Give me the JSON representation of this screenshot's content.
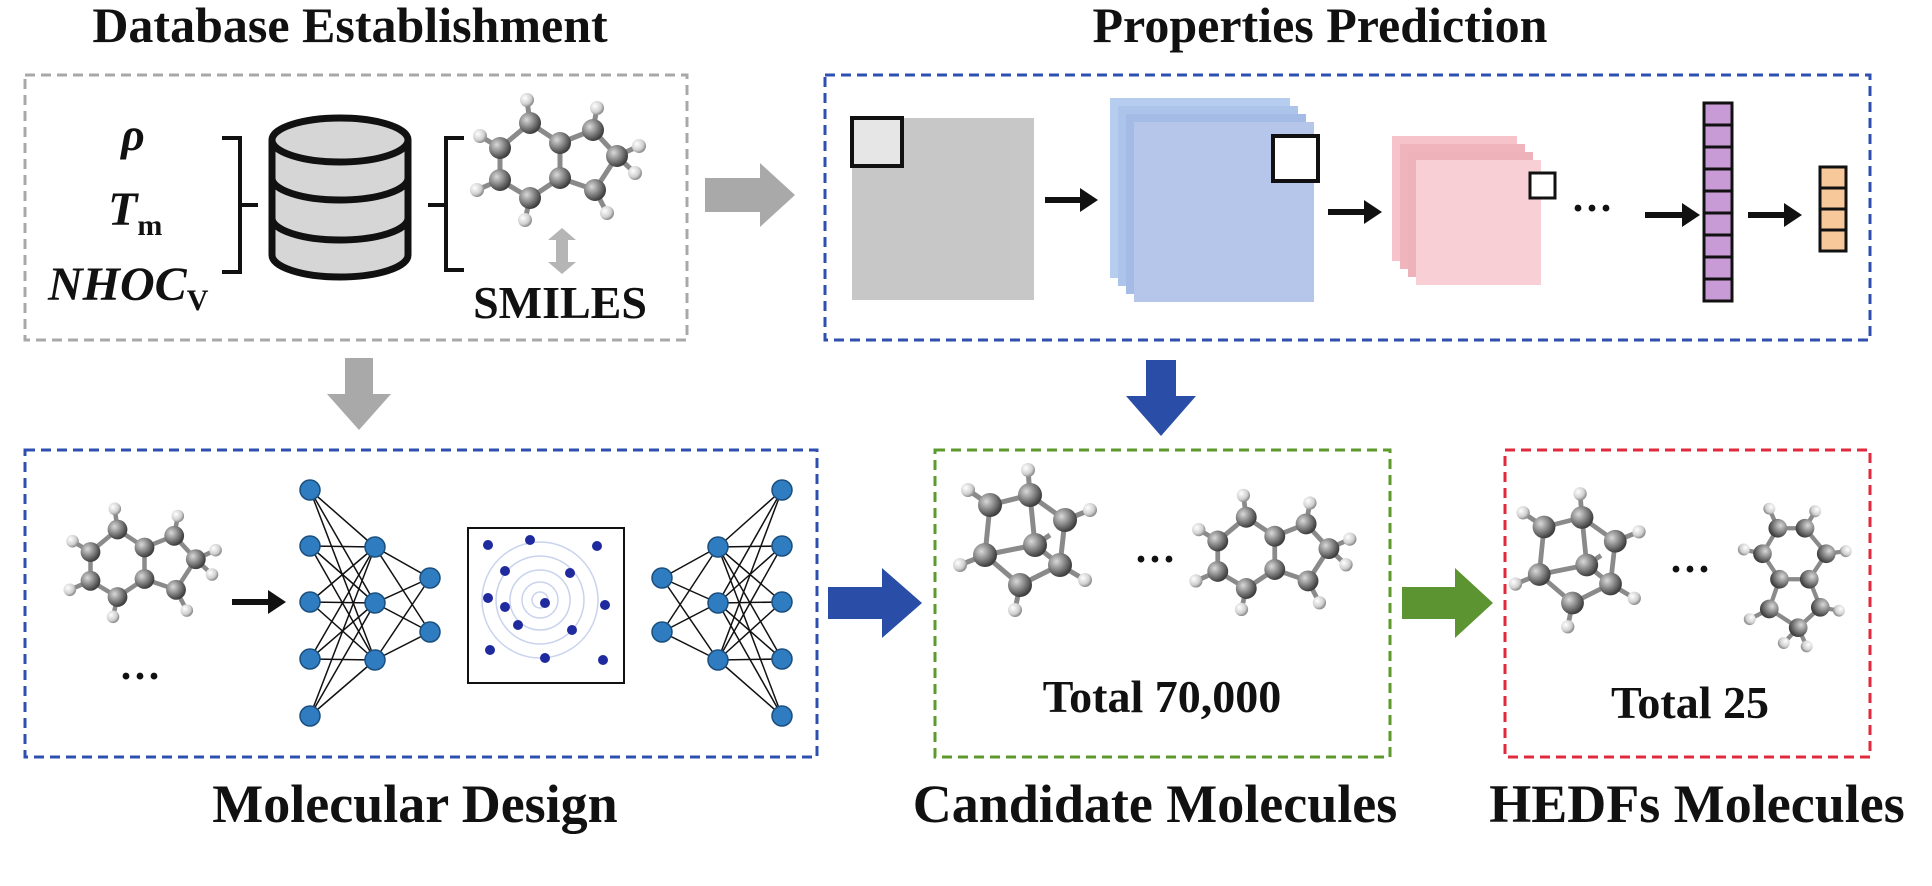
{
  "titles": {
    "database": "Database Establishment",
    "properties": "Properties Prediction",
    "design": "Molecular Design",
    "candidate": "Candidate Molecules",
    "hedfs": "HEDFs Molecules"
  },
  "properties_list": {
    "rho": "ρ",
    "tm_main": "T",
    "tm_sub": "m",
    "nhoc_main": "NHOC",
    "nhoc_sub": "V"
  },
  "smiles_label": "SMILES",
  "ellipsis": "···",
  "candidate_total": "Total 70,000",
  "hedfs_total": "Total 25",
  "colors": {
    "blue_border": "#2f4fb0",
    "green_border": "#5c9a2e",
    "red_border": "#e02a3c",
    "gray_border": "#a8a8a8",
    "node_blue": "#2f7cc1",
    "arrow_gray": "#a9a9a9",
    "arrow_blue": "#2a4ea8",
    "arrow_green": "#5b9430"
  }
}
